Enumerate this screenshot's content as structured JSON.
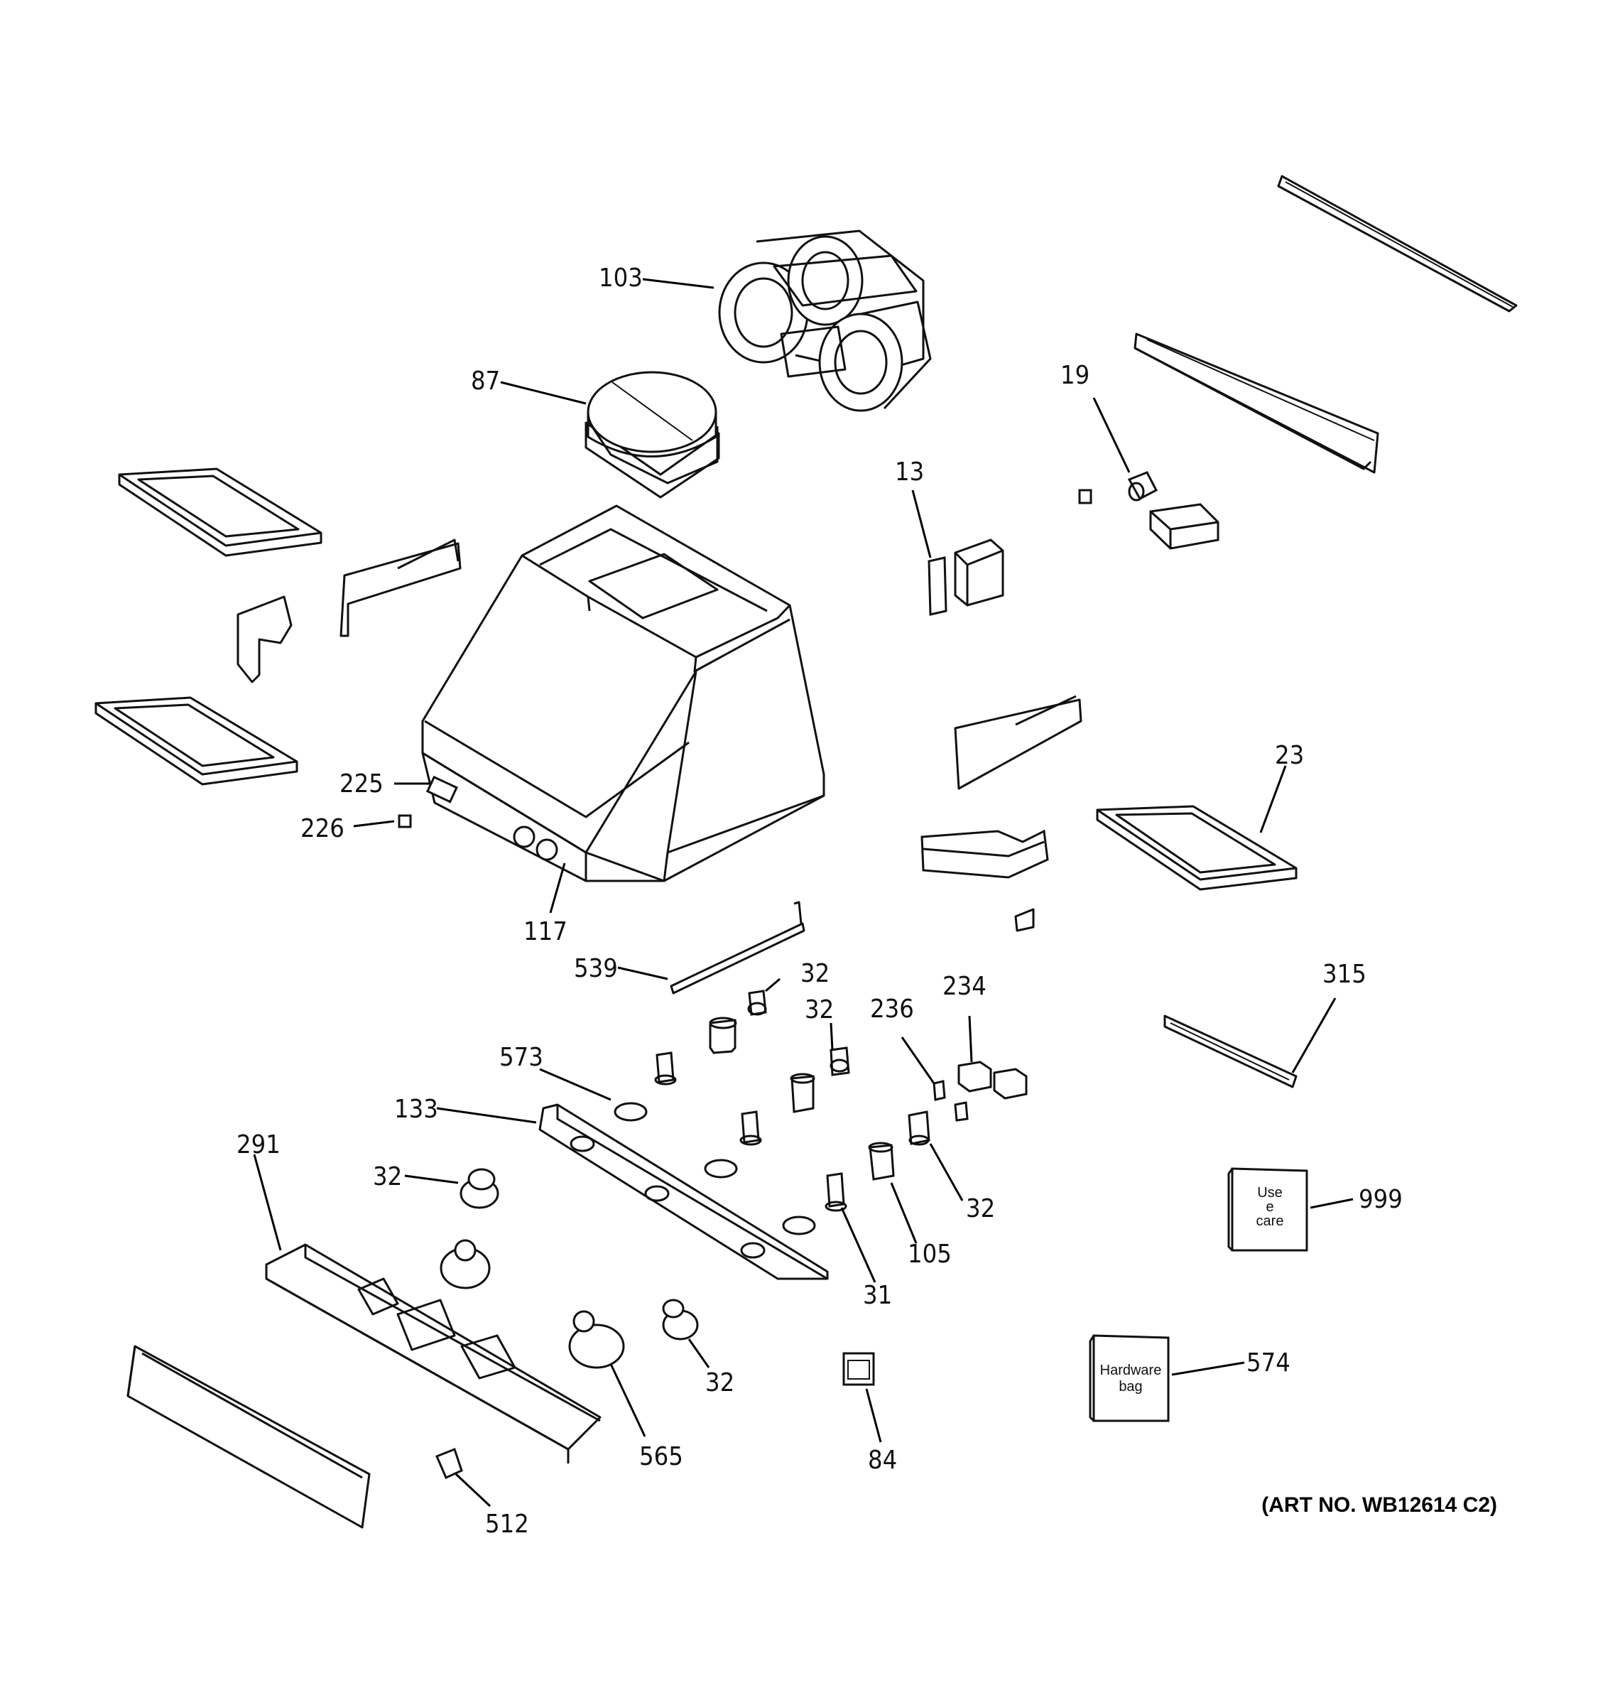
{
  "labels": {
    "l103": "103",
    "l87": "87",
    "l19": "19",
    "l13": "13",
    "l225": "225",
    "l226": "226",
    "l117": "117",
    "l23": "23",
    "l539": "539",
    "l32a": "32",
    "l32b": "32",
    "l236": "236",
    "l234": "234",
    "l315": "315",
    "l573": "573",
    "l133": "133",
    "l291": "291",
    "l32c": "32",
    "l32d": "32",
    "l105": "105",
    "l31": "31",
    "l999": "999",
    "l32e": "32",
    "l565": "565",
    "l84": "84",
    "l574": "574",
    "l512": "512"
  },
  "box_text": {
    "use_care_line1": "Use",
    "use_care_line2": "e",
    "use_care_line3": "care",
    "hardware_line1": "Hardware",
    "hardware_line2": "bag"
  },
  "art_number": "(ART NO. WB12614 C2)"
}
